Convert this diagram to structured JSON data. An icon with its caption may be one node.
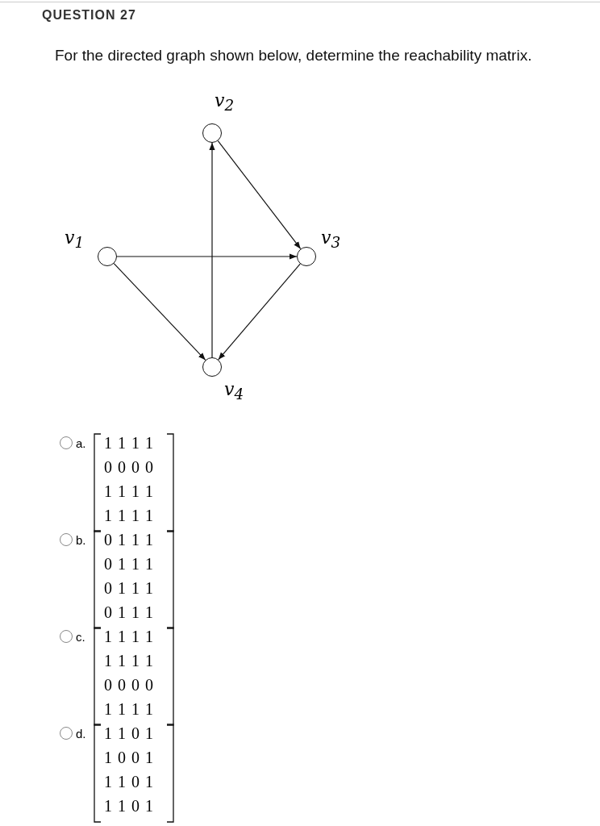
{
  "diagram": {
    "title": "QUESTION 27",
    "nodes": [
      {
        "text": [],
        "shape": "circle",
        "beside": [
          "v$_{2}$"
        ]
      },
      {
        "text": [],
        "shape": "circle",
        "beside": [
          "v$_{1}$"
        ]
      },
      {
        "text": [],
        "shape": "circle",
        "beside": [
          "v$_{3}$"
        ]
      },
      {
        "text": [],
        "shape": "circle",
        "beside": [
          "v$_{4}$"
        ]
      }
    ],
    "edges": [
      {
        "from": 0,
        "to": 2,
        "arrow": "to"
      },
      {
        "from": 1,
        "to": 2,
        "arrow": "to"
      },
      {
        "from": 1,
        "to": 3,
        "arrow": "to"
      },
      {
        "from": 2,
        "to": 3,
        "arrow": "to"
      },
      {
        "from": 3,
        "to": 0,
        "arrow": "to"
      }
    ],
    "labels": [
      "For the directed graph shown below, determine the reachability matrix.",
      "a.",
      "1 1 1 1",
      "0 0 0 0",
      "1 1 1 1",
      "1 1 1 1",
      "b.",
      "0 1 1 1",
      "0 1 1 1",
      "0 1 1 1",
      "0 1 1 1",
      "c.",
      "1 1 1 1",
      "1 1 1 1",
      "0 0 0 0",
      "1 1 1 1",
      "d.",
      "1 1 0 1",
      "1 0 0 1",
      "1 1 0 1",
      "1 1 0 1"
    ]
  }
}
